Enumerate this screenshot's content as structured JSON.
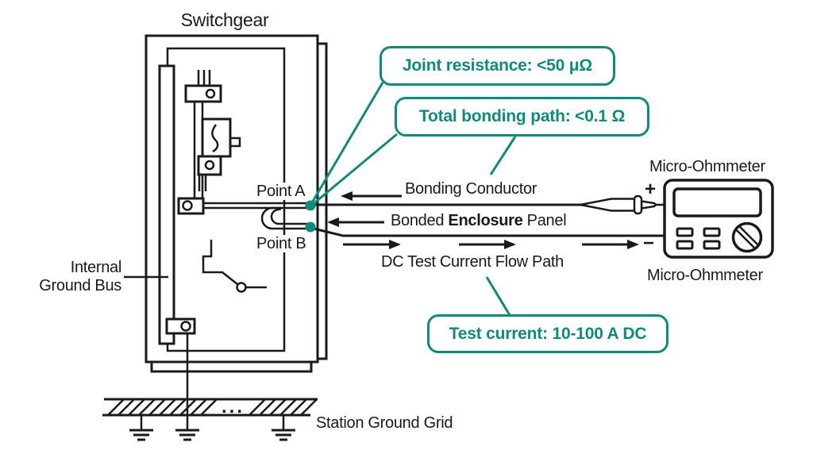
{
  "title": "Switchgear",
  "colors": {
    "ink": "#1a1a1a",
    "accent": "#0f8a7b",
    "background": "#ffffff"
  },
  "callouts": {
    "joint_resistance": "Joint resistance: <50 μΩ",
    "total_bonding_path": "Total bonding path: <0.1 Ω",
    "test_current": "Test current: 10-100 A DC"
  },
  "labels": {
    "point_a": "Point A",
    "point_b": "Point B",
    "internal_ground_bus_line1": "Internal",
    "internal_ground_bus_line2": "Ground Bus",
    "bonding_conductor": "Bonding Conductor",
    "bonded_enclosure_panel": {
      "pre": "Bonded ",
      "bold": "Enclosure",
      "post": " Panel"
    },
    "dc_test_current_flow_path": "DC Test Current Flow Path",
    "micro_ohmmeter_top": "Micro-Ohmmeter",
    "micro_ohmmeter_bottom": "Micro-Ohmmeter",
    "station_ground_grid": "Station Ground Grid",
    "plus_terminal": "+",
    "minus_terminal": "−",
    "grid_ellipsis": "..."
  }
}
